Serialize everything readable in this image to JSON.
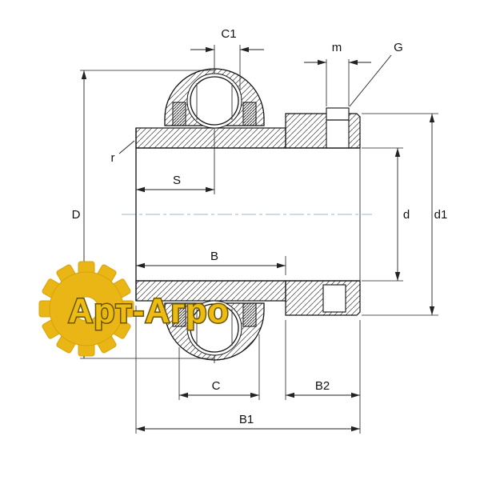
{
  "drawing": {
    "labels": {
      "c1": "C1",
      "m": "m",
      "g": "G",
      "r": "r",
      "s": "S",
      "d_outer": "D",
      "b": "B",
      "d_bore": "d",
      "d1": "d1",
      "c": "C",
      "b2": "B2",
      "b1": "B1"
    },
    "colors": {
      "line": "#1a1a1a",
      "centerline": "#9fb6c9",
      "hatch": "#3a3a3a",
      "watermark_gold": "#eab616",
      "watermark_outline": "#6a5404"
    }
  },
  "watermark": {
    "text": "Арт-Агро"
  }
}
